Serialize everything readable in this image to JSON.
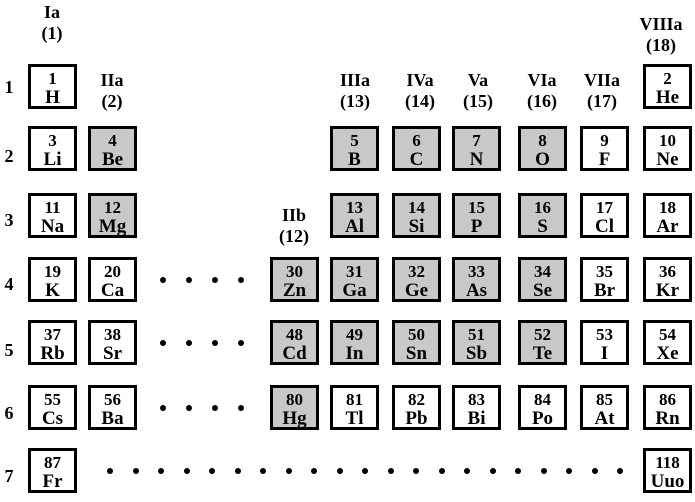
{
  "groups": [
    {
      "name": "Ia",
      "number": "(1)"
    },
    {
      "name": "IIa",
      "number": "(2)"
    },
    {
      "name": "IIb",
      "number": "(12)"
    },
    {
      "name": "IIIa",
      "number": "(13)"
    },
    {
      "name": "IVa",
      "number": "(14)"
    },
    {
      "name": "Va",
      "number": "(15)"
    },
    {
      "name": "VIa",
      "number": "(16)"
    },
    {
      "name": "VIIa",
      "number": "(17)"
    },
    {
      "name": "VIIIa",
      "number": "(18)"
    }
  ],
  "periods": [
    "1",
    "2",
    "3",
    "4",
    "5",
    "6",
    "7"
  ],
  "shade_color": "#c8c8c8",
  "elements": [
    {
      "num": "1",
      "sym": "H",
      "shaded": false
    },
    {
      "num": "2",
      "sym": "He",
      "shaded": false
    },
    {
      "num": "3",
      "sym": "Li",
      "shaded": false
    },
    {
      "num": "4",
      "sym": "Be",
      "shaded": true
    },
    {
      "num": "5",
      "sym": "B",
      "shaded": true
    },
    {
      "num": "6",
      "sym": "C",
      "shaded": true
    },
    {
      "num": "7",
      "sym": "N",
      "shaded": true
    },
    {
      "num": "8",
      "sym": "O",
      "shaded": true
    },
    {
      "num": "9",
      "sym": "F",
      "shaded": false
    },
    {
      "num": "10",
      "sym": "Ne",
      "shaded": false
    },
    {
      "num": "11",
      "sym": "Na",
      "shaded": false
    },
    {
      "num": "12",
      "sym": "Mg",
      "shaded": true
    },
    {
      "num": "13",
      "sym": "Al",
      "shaded": true
    },
    {
      "num": "14",
      "sym": "Si",
      "shaded": true
    },
    {
      "num": "15",
      "sym": "P",
      "shaded": true
    },
    {
      "num": "16",
      "sym": "S",
      "shaded": true
    },
    {
      "num": "17",
      "sym": "Cl",
      "shaded": false
    },
    {
      "num": "18",
      "sym": "Ar",
      "shaded": false
    },
    {
      "num": "19",
      "sym": "K",
      "shaded": false
    },
    {
      "num": "20",
      "sym": "Ca",
      "shaded": false
    },
    {
      "num": "30",
      "sym": "Zn",
      "shaded": true
    },
    {
      "num": "31",
      "sym": "Ga",
      "shaded": true
    },
    {
      "num": "32",
      "sym": "Ge",
      "shaded": true
    },
    {
      "num": "33",
      "sym": "As",
      "shaded": true
    },
    {
      "num": "34",
      "sym": "Se",
      "shaded": true
    },
    {
      "num": "35",
      "sym": "Br",
      "shaded": false
    },
    {
      "num": "36",
      "sym": "Kr",
      "shaded": false
    },
    {
      "num": "37",
      "sym": "Rb",
      "shaded": false
    },
    {
      "num": "38",
      "sym": "Sr",
      "shaded": false
    },
    {
      "num": "48",
      "sym": "Cd",
      "shaded": true
    },
    {
      "num": "49",
      "sym": "In",
      "shaded": true
    },
    {
      "num": "50",
      "sym": "Sn",
      "shaded": true
    },
    {
      "num": "51",
      "sym": "Sb",
      "shaded": true
    },
    {
      "num": "52",
      "sym": "Te",
      "shaded": true
    },
    {
      "num": "53",
      "sym": "I",
      "shaded": false
    },
    {
      "num": "54",
      "sym": "Xe",
      "shaded": false
    },
    {
      "num": "55",
      "sym": "Cs",
      "shaded": false
    },
    {
      "num": "56",
      "sym": "Ba",
      "shaded": false
    },
    {
      "num": "80",
      "sym": "Hg",
      "shaded": true
    },
    {
      "num": "81",
      "sym": "Tl",
      "shaded": false
    },
    {
      "num": "82",
      "sym": "Pb",
      "shaded": false
    },
    {
      "num": "83",
      "sym": "Bi",
      "shaded": false
    },
    {
      "num": "84",
      "sym": "Po",
      "shaded": false
    },
    {
      "num": "85",
      "sym": "At",
      "shaded": false
    },
    {
      "num": "86",
      "sym": "Rn",
      "shaded": false
    },
    {
      "num": "87",
      "sym": "Fr",
      "shaded": false
    },
    {
      "num": "118",
      "sym": "Uuo",
      "shaded": false
    }
  ]
}
